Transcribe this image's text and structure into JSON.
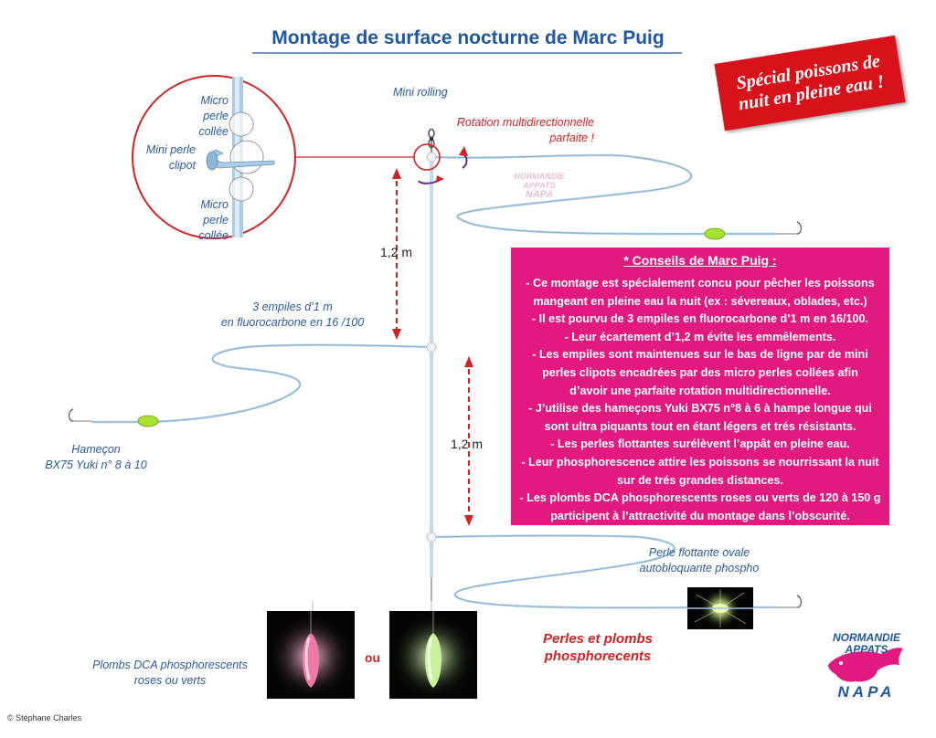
{
  "title": "Montage de surface nocturne de Marc Puig",
  "stamp": {
    "line1": "Spécial poissons de",
    "line2": "nuit en pleine eau !"
  },
  "callout": {
    "bead_top": [
      "Micro perle",
      "collée"
    ],
    "clip": [
      "Mini perle",
      "clipot"
    ],
    "bead_bottom": [
      "Micro perle",
      "collée"
    ]
  },
  "labels": {
    "swivel": "Mini rolling",
    "rotation": [
      "Rotation multidirectionnelle",
      "parfaite !"
    ],
    "spacing_top": "1,2 m",
    "spacing_bottom": "1,2 m",
    "snoods": [
      "3 empiles d’1 m",
      "en fluorocarbone en 16 /100"
    ],
    "hook": [
      "Hameçon",
      "BX75 Yuki n° 8 à 10"
    ],
    "float": [
      "Perle flottante ovale",
      "autobloquante phospho"
    ],
    "weights": [
      "Plombs DCA phosphorescents",
      "roses ou verts"
    ],
    "or": "ou",
    "beads_weights": [
      "Perles et plombs",
      "phosphorecents"
    ]
  },
  "advice": {
    "title": "* Conseils de Marc Puig :",
    "lines": [
      "- Ce montage est spécialement concu pour  pêcher les poissons",
      "mangeant en pleine eau la nuit (ex : sévereaux, oblades, etc.)",
      "- Il est  pourvu de 3 empiles en fluorocarbone d’1 m en 16/100.",
      "- Leur écartement d’1,2 m évite les emmêlements.",
      "- Les empiles sont maintenues sur le bas de ligne par de mini",
      "perles clipots encadrées par des micro perles collées afin",
      "d’avoir une parfaite rotation multidirectionnelle.",
      "- J’utilise des hameçons Yuki BX75 n°8 à 6 à hampe longue qui",
      "sont ultra piquants tout en étant légers et trés résistants.",
      "- Les perles flottantes surélèvent l’appât en pleine eau.",
      "- Leur phosphorescence attire les poissons se nourrissant la nuit",
      "sur de trés grandes distances.",
      "- Les plombs DCA phosphorescents roses ou verts de 120 à 150 g",
      "participent à l’attractivité du montage dans l’obscurité."
    ]
  },
  "logo": {
    "line1": "NORMANDIE",
    "line2": "APPATS",
    "line3": "NAPA"
  },
  "watermark": {
    "line1": "NORMANDIE",
    "line2": "APPATS",
    "line3": "NAPA"
  },
  "copyright": "© Stéphane Charles",
  "colors": {
    "title": "#1f57a4",
    "label_blue": "#2a5aa0",
    "label_red": "#d42124",
    "advice_bg": "#e2197f",
    "stamp_bg": "#d8121b",
    "line": "#a9cbe3",
    "float_green": "#a6e22e",
    "weight_pink": "#f07aa6",
    "weight_green": "#c9f09a"
  },
  "icons": [
    "swivel-icon",
    "hook-icon",
    "float-bead-icon",
    "lead-weight-icon",
    "rotation-arrow-icon",
    "magnifier-callout-icon",
    "fish-logo-icon"
  ]
}
